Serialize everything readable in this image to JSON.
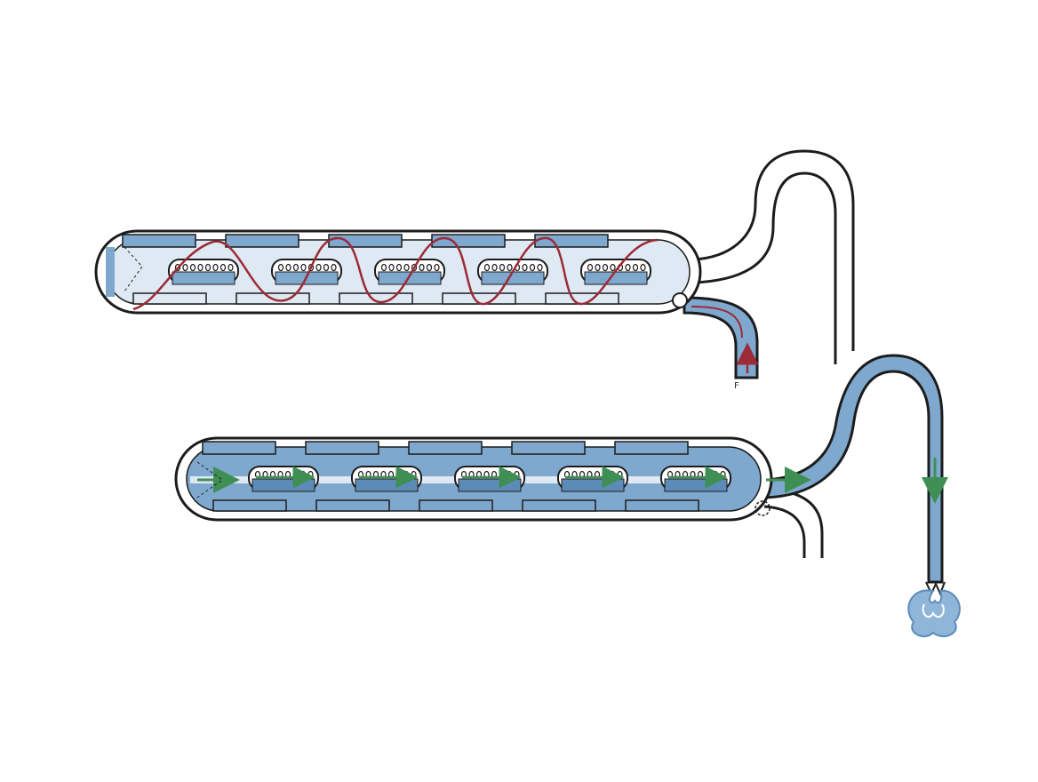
{
  "diagram": {
    "label_small": "F",
    "colors": {
      "outline": "#1c1c1c",
      "water_blue": "#7fa8cf",
      "water_blue_dark": "#5d8bb8",
      "tube_fill": "#dfe9f4",
      "hot_red": "#9b2b36",
      "flow_green": "#3f8f55",
      "flame_blue": "#8fb6d8"
    },
    "components": {
      "top_tube_modules": 5,
      "bottom_tube_modules": 5,
      "flow_arrows": [
        "up",
        "right",
        "right",
        "down"
      ]
    }
  }
}
